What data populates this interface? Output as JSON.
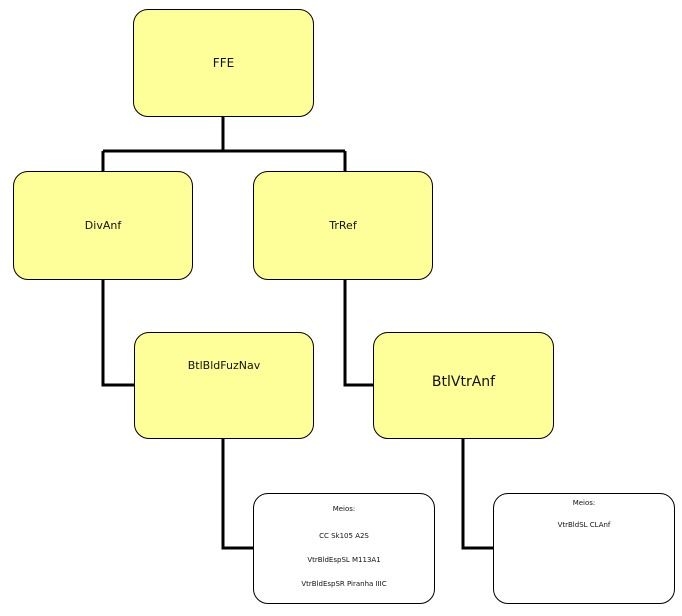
{
  "diagram": {
    "root": {
      "label": "FFE"
    },
    "level1": [
      {
        "label": "DivAnf"
      },
      {
        "label": "TrRef"
      }
    ],
    "level2": [
      {
        "label": "BtlBldFuzNav"
      },
      {
        "label": "BtlVtrAnf"
      }
    ],
    "means": [
      {
        "title": "Meios:",
        "items": [
          "CC Sk105 A2S",
          "VtrBldEspSL M113A1",
          "VtrBldEspSR Piranha IIIC"
        ]
      },
      {
        "title": "Meios:",
        "items": [
          "VtrBldSL CLAnf"
        ]
      }
    ]
  }
}
